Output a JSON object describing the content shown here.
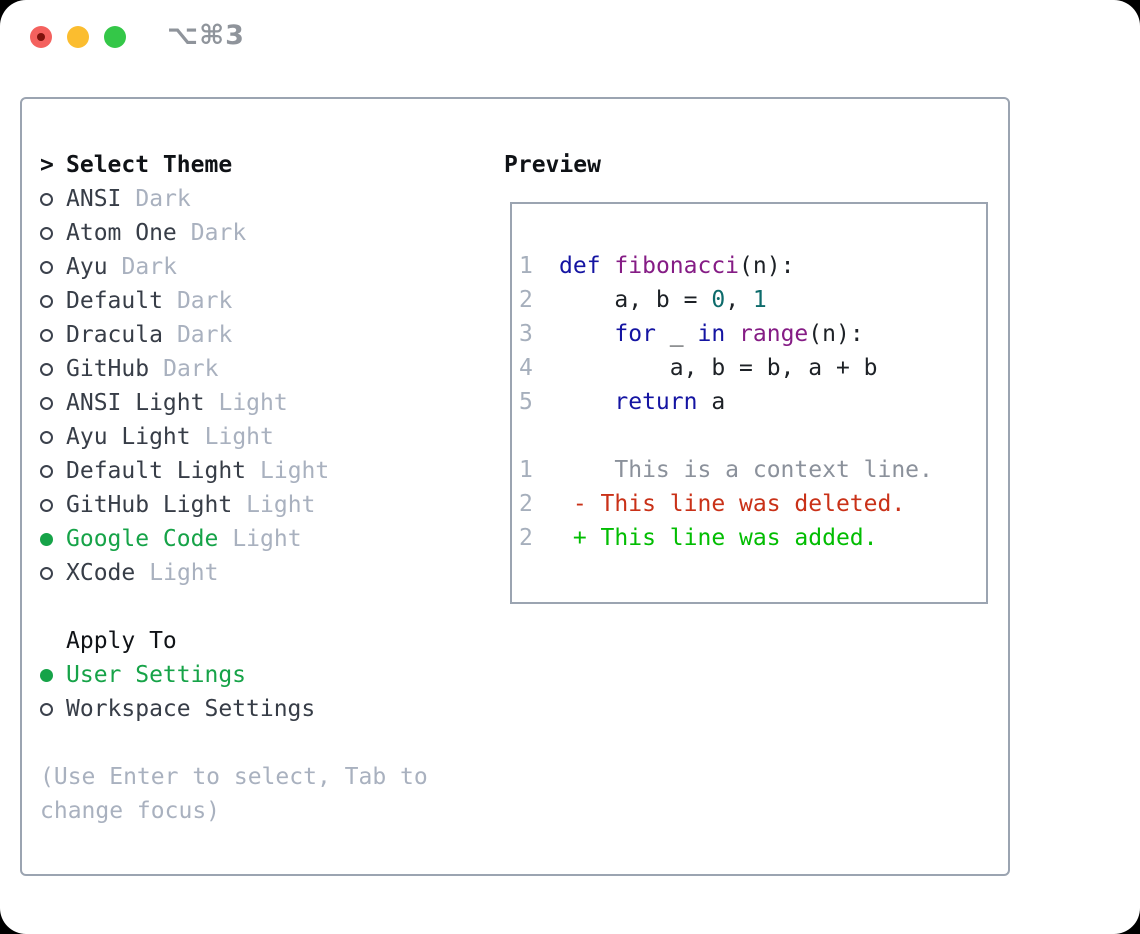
{
  "window": {
    "title": "⌥⌘3"
  },
  "colors": {
    "selected_green": "#16a348",
    "added_green": "#02bd02",
    "deleted_red": "#c93118",
    "keyword_blue": "#1414a2",
    "function_purple": "#851c85",
    "literal_teal": "#0d6b6b",
    "traffic_red": "#f4615e",
    "traffic_red_dot": "#7e120c",
    "traffic_yellow": "#fbbd2f",
    "traffic_green": "#34c748"
  },
  "theme_panel": {
    "header": {
      "marker": ">",
      "label": "Select Theme"
    },
    "themes": [
      {
        "name": "ANSI",
        "variant": "Dark",
        "selected": false
      },
      {
        "name": "Atom One",
        "variant": "Dark",
        "selected": false
      },
      {
        "name": "Ayu",
        "variant": "Dark",
        "selected": false
      },
      {
        "name": "Default",
        "variant": "Dark",
        "selected": false
      },
      {
        "name": "Dracula",
        "variant": "Dark",
        "selected": false
      },
      {
        "name": "GitHub",
        "variant": "Dark",
        "selected": false
      },
      {
        "name": "ANSI Light",
        "variant": "Light",
        "selected": false
      },
      {
        "name": "Ayu Light",
        "variant": "Light",
        "selected": false
      },
      {
        "name": "Default Light",
        "variant": "Light",
        "selected": false
      },
      {
        "name": "GitHub Light",
        "variant": "Light",
        "selected": false
      },
      {
        "name": "Google Code",
        "variant": "Light",
        "selected": true
      },
      {
        "name": "XCode",
        "variant": "Light",
        "selected": false
      }
    ],
    "apply_to": {
      "label": "Apply To",
      "options": [
        {
          "name": "User Settings",
          "selected": true
        },
        {
          "name": "Workspace Settings",
          "selected": false
        }
      ]
    },
    "help": {
      "line1": "(Use Enter to select, Tab to",
      "line2": "change focus)"
    }
  },
  "preview": {
    "label": "Preview",
    "code_lines": [
      {
        "num": "1",
        "tokens": [
          {
            "t": "kw",
            "s": "def"
          },
          {
            "t": "pl",
            "s": " "
          },
          {
            "t": "fn",
            "s": "fibonacci"
          },
          {
            "t": "pl",
            "s": "(n):"
          }
        ]
      },
      {
        "num": "2",
        "tokens": [
          {
            "t": "pl",
            "s": "    a, b = "
          },
          {
            "t": "num",
            "s": "0"
          },
          {
            "t": "pl",
            "s": ", "
          },
          {
            "t": "num",
            "s": "1"
          }
        ]
      },
      {
        "num": "3",
        "tokens": [
          {
            "t": "pl",
            "s": "    "
          },
          {
            "t": "kw",
            "s": "for"
          },
          {
            "t": "pl",
            "s": " _ "
          },
          {
            "t": "kw",
            "s": "in"
          },
          {
            "t": "pl",
            "s": " "
          },
          {
            "t": "fn",
            "s": "range"
          },
          {
            "t": "pl",
            "s": "(n):"
          }
        ]
      },
      {
        "num": "4",
        "tokens": [
          {
            "t": "pl",
            "s": "        a, b = b, a + b"
          }
        ]
      },
      {
        "num": "5",
        "tokens": [
          {
            "t": "pl",
            "s": "    "
          },
          {
            "t": "kw",
            "s": "return"
          },
          {
            "t": "pl",
            "s": " a"
          }
        ]
      }
    ],
    "diff_lines": [
      {
        "num": "1",
        "type": "context",
        "text": "    This is a context line."
      },
      {
        "num": "2",
        "type": "deleted",
        "text": " - This line was deleted."
      },
      {
        "num": "2",
        "type": "added",
        "text": " + This line was added."
      }
    ]
  }
}
